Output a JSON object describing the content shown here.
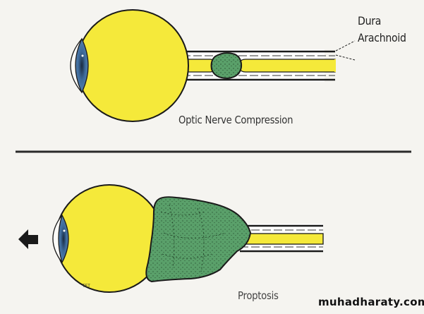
{
  "diagram": {
    "top_panel": {
      "caption": "Optic Nerve Compression",
      "labels": {
        "dura": "Dura",
        "arachnoid": "Arachnoid"
      },
      "elements": [
        "globe",
        "cornea",
        "iris",
        "optic-nerve",
        "nerve-sheath",
        "small-tumor"
      ]
    },
    "bottom_panel": {
      "caption": "Proptosis",
      "elements": [
        "globe",
        "cornea",
        "iris",
        "large-retrobulbar-tumor",
        "optic-nerve",
        "nerve-sheath",
        "displacement-arrow"
      ],
      "arrow_direction": "left",
      "artist_signature": "TET"
    },
    "watermark": "muhadharaty.com",
    "colors": {
      "globe": "#f5e93a",
      "iris": "#4a78a8",
      "tumor": "#5aa06a",
      "outline": "#1a1a1a",
      "background": "#f5f4f0"
    }
  }
}
